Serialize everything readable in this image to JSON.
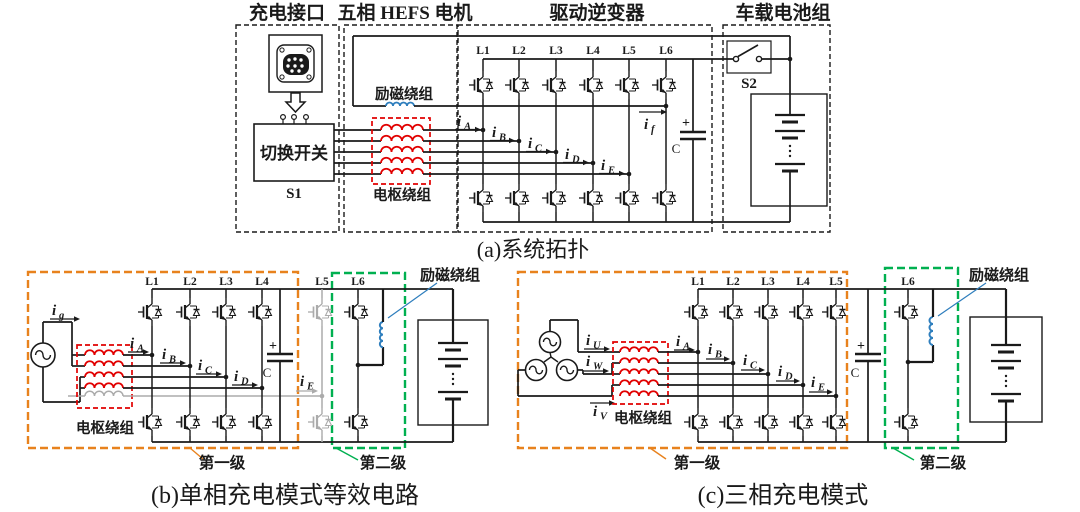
{
  "colors": {
    "wire": "#1a1a1a",
    "orange": "#E8821D",
    "green": "#00B050",
    "red": "#E10000",
    "blue": "#2E7EBD",
    "gray": "#ABABAB"
  },
  "sec_a": {
    "caption": "(a)系统拓扑",
    "headers": {
      "charge": "充电接口",
      "motor": "五相 HEFS 电机",
      "inverter": "驱动逆变器",
      "battery": "车载电池组"
    },
    "switch_label": "切换开关",
    "s1": "S1",
    "s2": "S2",
    "excitation": "励磁绕组",
    "armature": "电枢绕组",
    "cap": "C",
    "plus": "+",
    "legs": [
      "L1",
      "L2",
      "L3",
      "L4",
      "L5",
      "L6"
    ],
    "currents": {
      "A": {
        "m": "i",
        "s": "A"
      },
      "B": {
        "m": "i",
        "s": "B"
      },
      "C": {
        "m": "i",
        "s": "C"
      },
      "D": {
        "m": "i",
        "s": "D"
      },
      "E": {
        "m": "i",
        "s": "E"
      },
      "f": {
        "m": "i",
        "s": "f"
      }
    }
  },
  "sec_b": {
    "caption": "(b)单相充电模式等效电路",
    "excitation": "励磁绕组",
    "armature": "电枢绕组",
    "stage1": "第一级",
    "stage2": "第二级",
    "cap": "C",
    "plus": "+",
    "legs": [
      "L1",
      "L2",
      "L3",
      "L4",
      "L5",
      "L6"
    ],
    "currents": {
      "g": {
        "m": "i",
        "s": "g"
      },
      "A": {
        "m": "i",
        "s": "A"
      },
      "B": {
        "m": "i",
        "s": "B"
      },
      "C": {
        "m": "i",
        "s": "C"
      },
      "D": {
        "m": "i",
        "s": "D"
      },
      "E": {
        "m": "i",
        "s": "E"
      }
    }
  },
  "sec_c": {
    "caption": "(c)三相充电模式",
    "excitation": "励磁绕组",
    "armature": "电枢绕组",
    "stage1": "第一级",
    "stage2": "第二级",
    "cap": "C",
    "plus": "+",
    "legs": [
      "L1",
      "L2",
      "L3",
      "L4",
      "L5",
      "L6"
    ],
    "currents": {
      "U": {
        "m": "i",
        "s": "U"
      },
      "W": {
        "m": "i",
        "s": "W"
      },
      "V": {
        "m": "i",
        "s": "V"
      },
      "A": {
        "m": "i",
        "s": "A"
      },
      "B": {
        "m": "i",
        "s": "B"
      },
      "C": {
        "m": "i",
        "s": "C"
      },
      "D": {
        "m": "i",
        "s": "D"
      },
      "E": {
        "m": "i",
        "s": "E"
      }
    }
  }
}
